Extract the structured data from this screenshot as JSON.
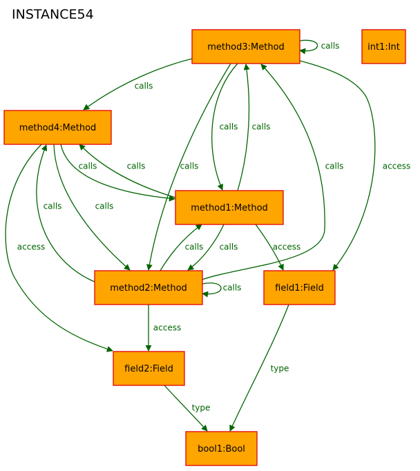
{
  "title": "INSTANCE54",
  "nodes": {
    "method3": "method3:Method",
    "int1": "int1:Int",
    "method4": "method4:Method",
    "method1": "method1:Method",
    "method2": "method2:Method",
    "field1": "field1:Field",
    "field2": "field2:Field",
    "bool1": "bool1:Bool"
  },
  "edges": [
    {
      "from": "method3",
      "to": "method3",
      "label": "calls"
    },
    {
      "from": "method3",
      "to": "method4",
      "label": "calls"
    },
    {
      "from": "method3",
      "to": "method1",
      "label": "calls"
    },
    {
      "from": "method1",
      "to": "method3",
      "label": "calls"
    },
    {
      "from": "method3",
      "to": "method2",
      "label": "calls"
    },
    {
      "from": "method2",
      "to": "method3",
      "label": "calls"
    },
    {
      "from": "method3",
      "to": "field1",
      "label": "access"
    },
    {
      "from": "method4",
      "to": "method1",
      "label": "calls"
    },
    {
      "from": "method1",
      "to": "method4",
      "label": "calls"
    },
    {
      "from": "method2",
      "to": "method4",
      "label": "calls"
    },
    {
      "from": "method4",
      "to": "method2",
      "label": "calls"
    },
    {
      "from": "method4",
      "to": "field2",
      "label": "access"
    },
    {
      "from": "method2",
      "to": "method1",
      "label": "calls"
    },
    {
      "from": "method1",
      "to": "method2",
      "label": "calls"
    },
    {
      "from": "method1",
      "to": "field1",
      "label": "access"
    },
    {
      "from": "method2",
      "to": "method2",
      "label": "calls"
    },
    {
      "from": "method2",
      "to": "field2",
      "label": "access"
    },
    {
      "from": "field1",
      "to": "bool1",
      "label": "type"
    },
    {
      "from": "field2",
      "to": "bool1",
      "label": "type"
    }
  ],
  "colors": {
    "node_fill": "#ffa500",
    "node_border": "#e00000",
    "edge": "#006400"
  }
}
